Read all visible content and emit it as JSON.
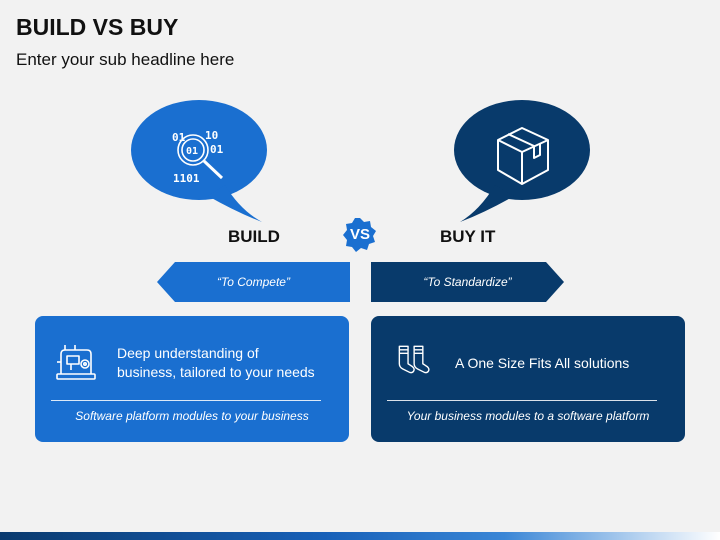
{
  "slide": {
    "title": "BUILD VS BUY",
    "subtitle": "Enter your sub headline here"
  },
  "colors": {
    "build_blue": "#1a6fd0",
    "buy_navy": "#083a6b",
    "background": "#f2f2f2"
  },
  "build": {
    "label": "BUILD",
    "icon": "binary-magnifier-icon",
    "icon_digits": [
      "10",
      "01",
      "01",
      "1101",
      "01"
    ],
    "ribbon": "“To Compete”",
    "card_icon": "sewing-machine-icon",
    "card_text_line1": "Deep understanding of",
    "card_text_line2": "business, tailored to your needs",
    "card_footer": "Software platform modules to your business"
  },
  "vs": {
    "text": "VS"
  },
  "buy": {
    "label": "BUY IT",
    "icon": "package-box-icon",
    "ribbon": "“To Standardize”",
    "card_icon": "socks-icon",
    "card_text": "A One Size Fits All solutions",
    "card_footer": "Your business modules to a software platform"
  }
}
